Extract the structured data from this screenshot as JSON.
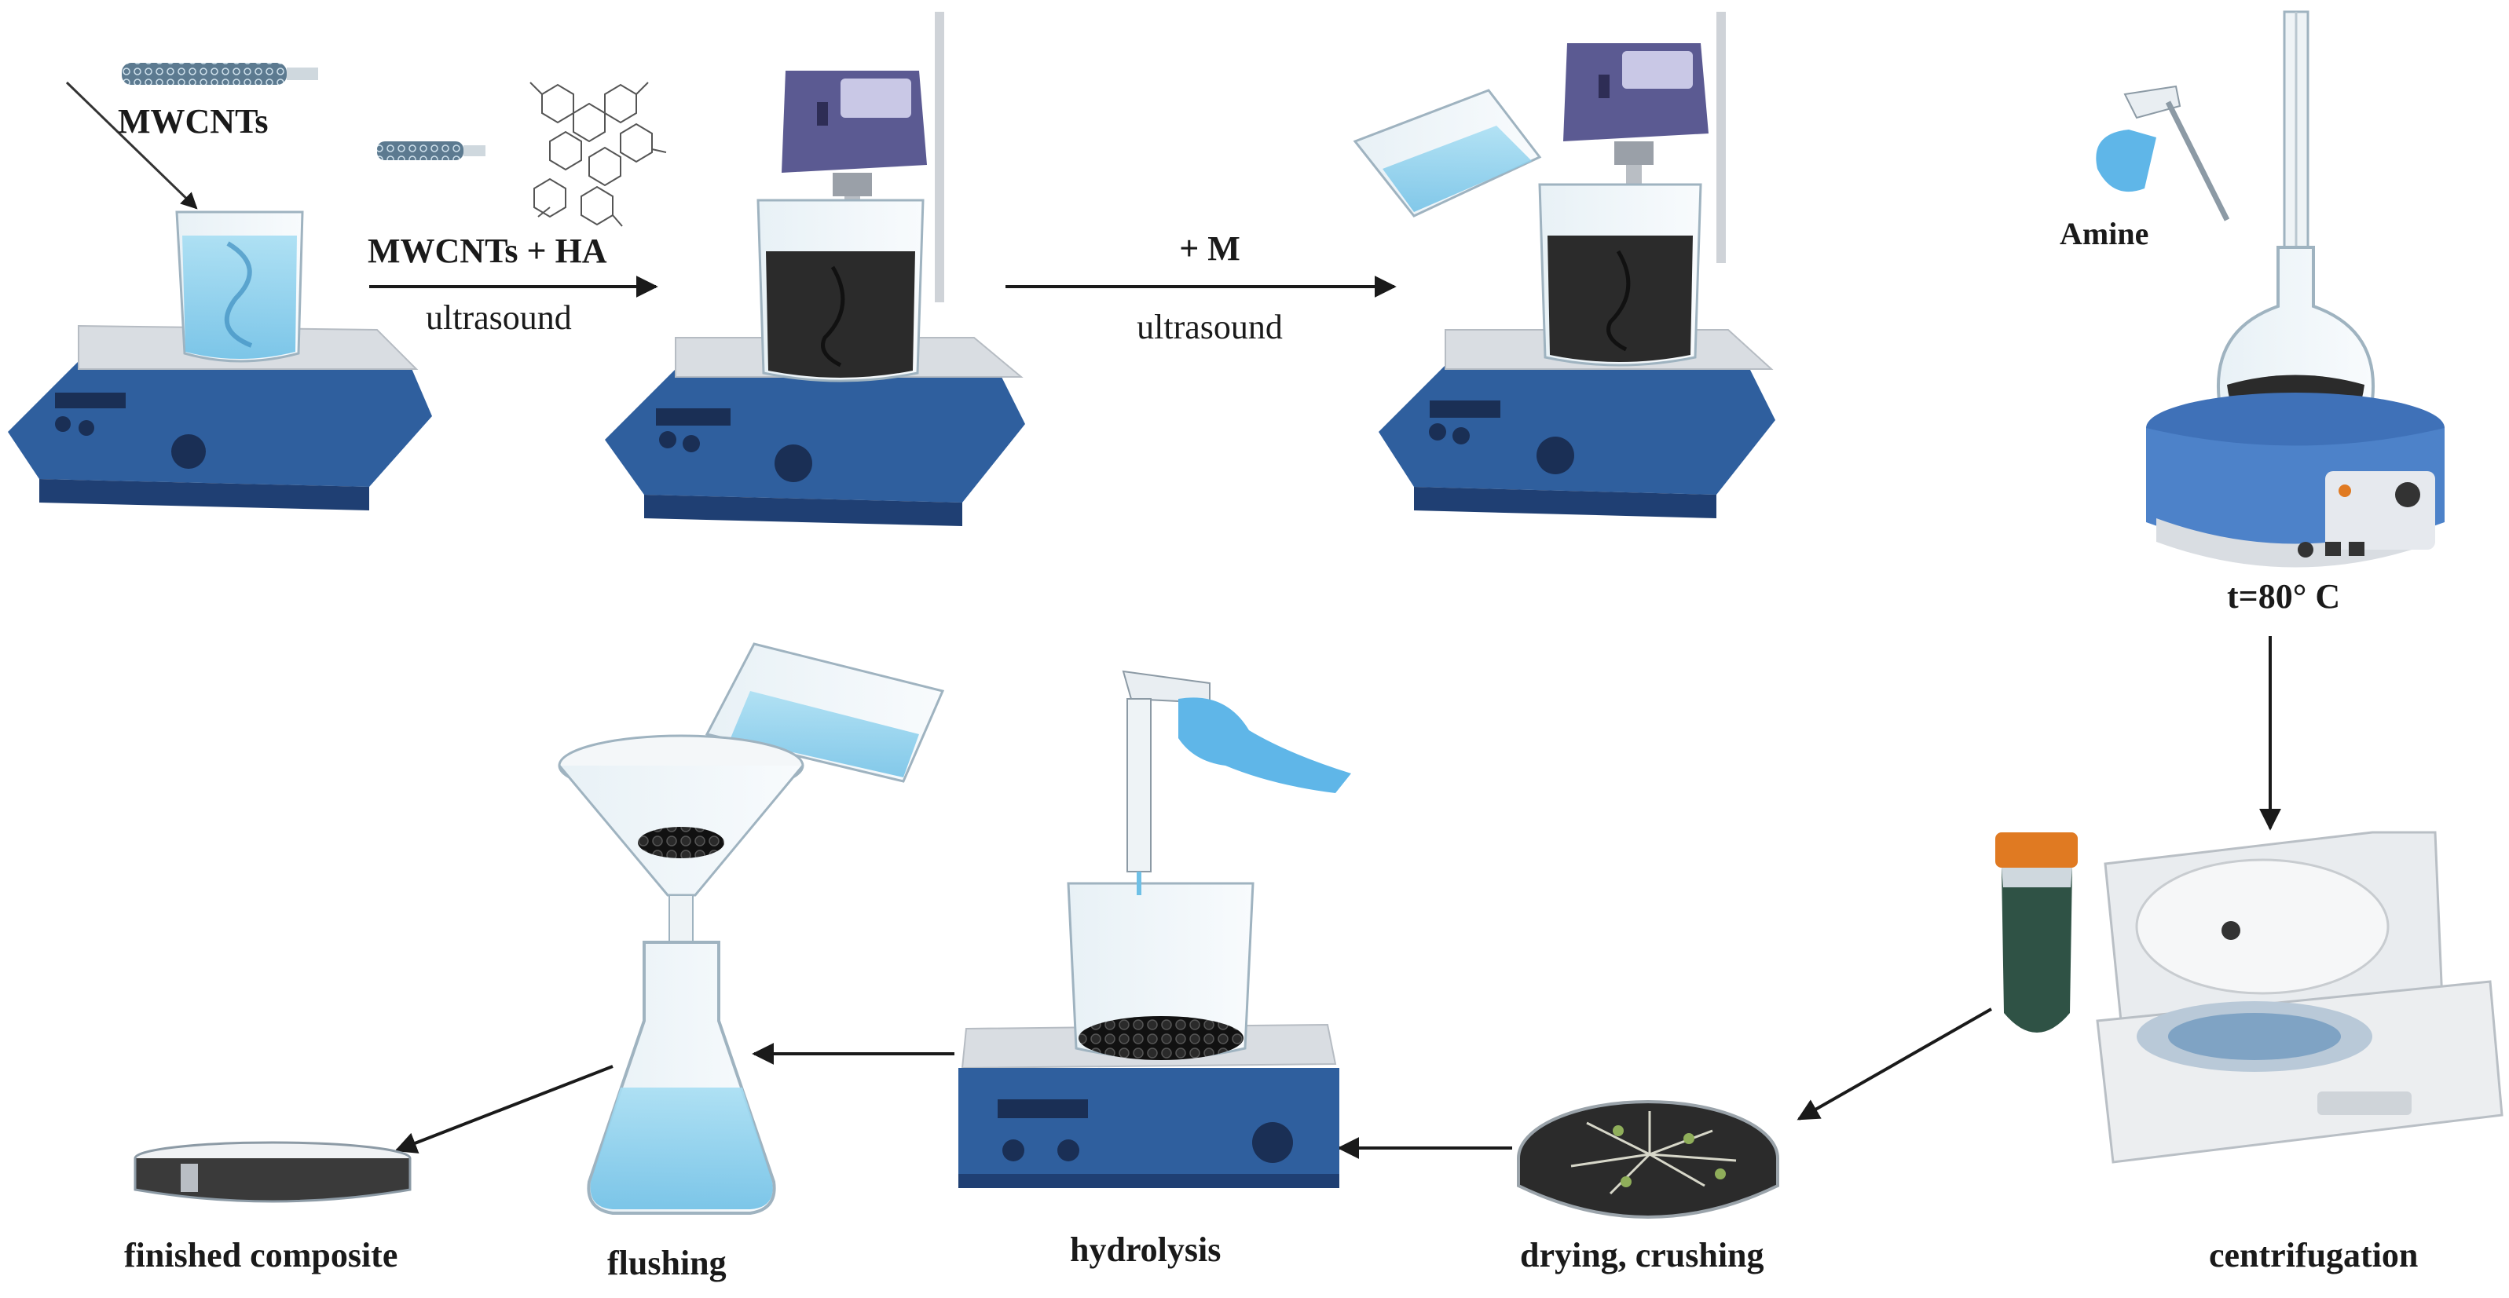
{
  "labels": {
    "mwcnts": "MWCNTs",
    "mwcnts_ha": "MWCNTs + HA",
    "ultrasound_1": "ultrasound",
    "plus_m": "+ M",
    "ultrasound_2": "ultrasound",
    "amine": "Amine",
    "temperature": "t=80° C",
    "centrifugation": "centrifugation",
    "drying_crushing": "drying, crushing",
    "hydrolysis": "hydrolysis",
    "flushing": "flushing",
    "finished_composite": "finished composite"
  },
  "colors": {
    "stirrer_blue": "#2f5f9e",
    "stirrer_dark": "#1f3f73",
    "plate_grey": "#d9dde2",
    "water_blue": "#8fd0ee",
    "dark_mixture": "#2b2b2b",
    "ultrasonicator_purple": "#5b5a92",
    "arrow": "#1a1a1a",
    "cap_orange": "#e07a22",
    "glove_blue": "#5fb6e8"
  }
}
